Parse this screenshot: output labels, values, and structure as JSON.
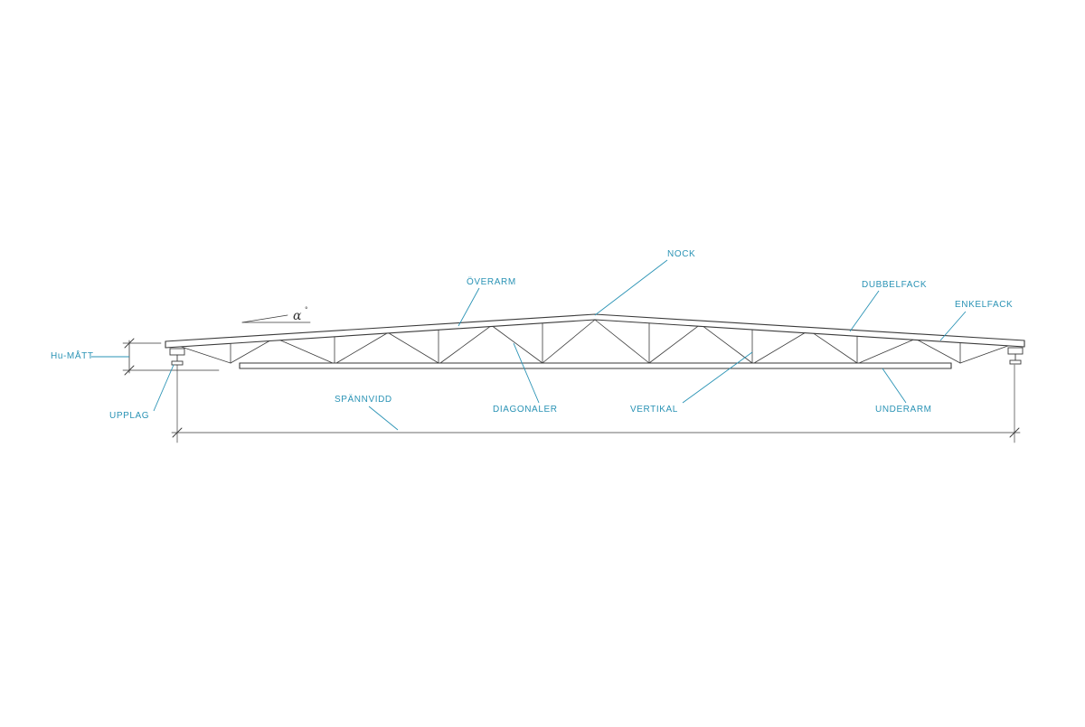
{
  "diagram": {
    "colors": {
      "line": "#3a3a3a",
      "label": "#2a93b5"
    },
    "angle_symbol": "α",
    "degree_symbol": "°",
    "labels": {
      "nock": "NOCK",
      "overarm": "ÖVERARM",
      "dubbelfack": "DUBBELFACK",
      "enkelfack": "ENKELFACK",
      "hu_matt": "Hu-MÅTT",
      "upplag": "UPPLAG",
      "spannvidd": "SPÄNNVIDD",
      "diagonaler": "DIAGONALER",
      "vertikal": "VERTIKAL",
      "underarm": "UNDERARM"
    }
  }
}
